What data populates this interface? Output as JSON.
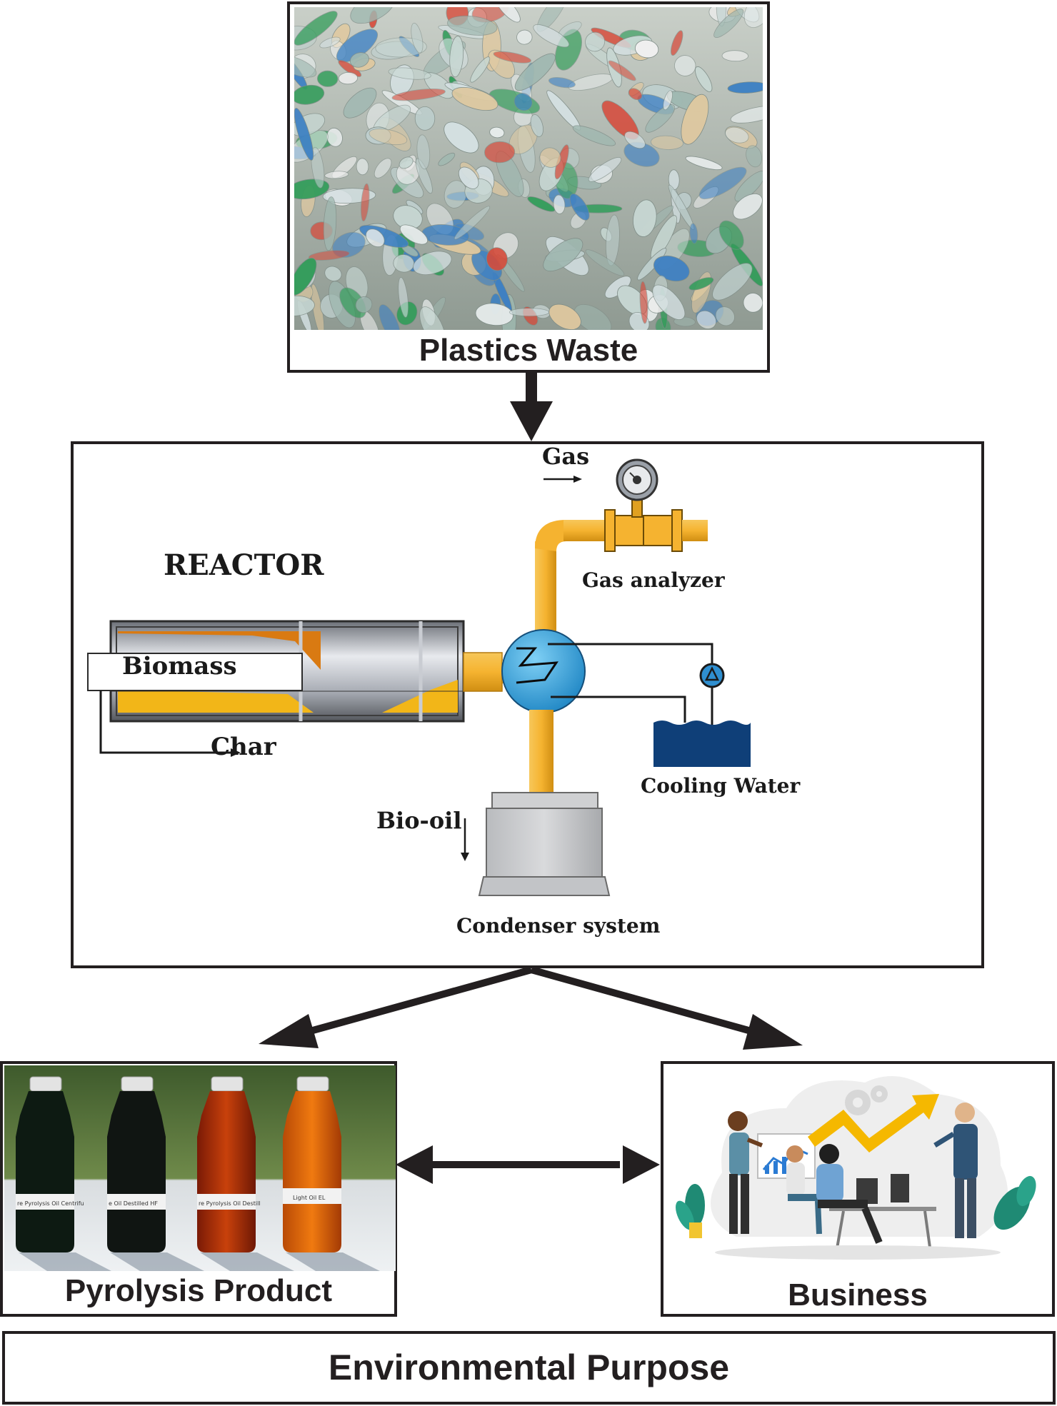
{
  "top_panel": {
    "caption": "Plastics Waste"
  },
  "reactor_panel": {
    "title": "REACTOR",
    "labels": {
      "biomass": "Biomass",
      "char": "Char",
      "gas": "Gas",
      "gas_analyzer": "Gas analyzer",
      "cooling_water": "Cooling Water",
      "bio_oil": "Bio-oil",
      "condenser": "Condenser system"
    }
  },
  "bottle_labels": [
    "re Pyrolysis Oil Centrifu",
    "e Oil  Destilled  HF",
    "re Pyrolysis Oil Destill",
    "Light Oil EL"
  ],
  "left_panel": {
    "caption": "Pyrolysis Product"
  },
  "right_panel": {
    "caption": "Business"
  },
  "footer": {
    "caption": "Environmental Purpose"
  },
  "colors": {
    "outline": "#231f20",
    "pipe": "#f5b330",
    "cooling_water": "#0f3f78",
    "vessel": "#3fa6dc",
    "char_fill": "#d97a12"
  }
}
